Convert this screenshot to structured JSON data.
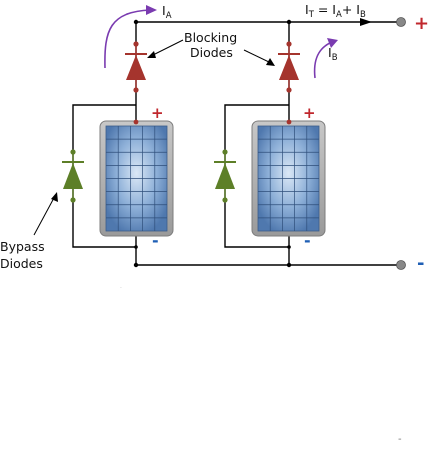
{
  "labels": {
    "i_a_main": "I",
    "i_a_sub": "A",
    "i_t_prefix": "I",
    "i_t_sub1": "T",
    "i_t_eq": " = I",
    "i_t_sub2": "A",
    "i_t_plus": "+ I",
    "i_t_sub3": "B",
    "i_b_main": "I",
    "i_b_sub": "B",
    "blocking_line1": "Blocking",
    "blocking_line2": "Diodes",
    "bypass_line1": "Bypass",
    "bypass_line2": "Diodes"
  },
  "polarity": {
    "plus": "+",
    "minus": "-"
  },
  "colors": {
    "wire": "#000000",
    "blocking_diode": "#a5342d",
    "bypass_diode": "#5d7f28",
    "current_arrow": "#7a3bb0",
    "plus_sign": "#c0272d",
    "minus_sign": "#1f5fb5",
    "terminal": "#808080",
    "panel_cell": "#6f96c6"
  },
  "panels": [
    {
      "name": "panel-a"
    },
    {
      "name": "panel-b"
    }
  ]
}
